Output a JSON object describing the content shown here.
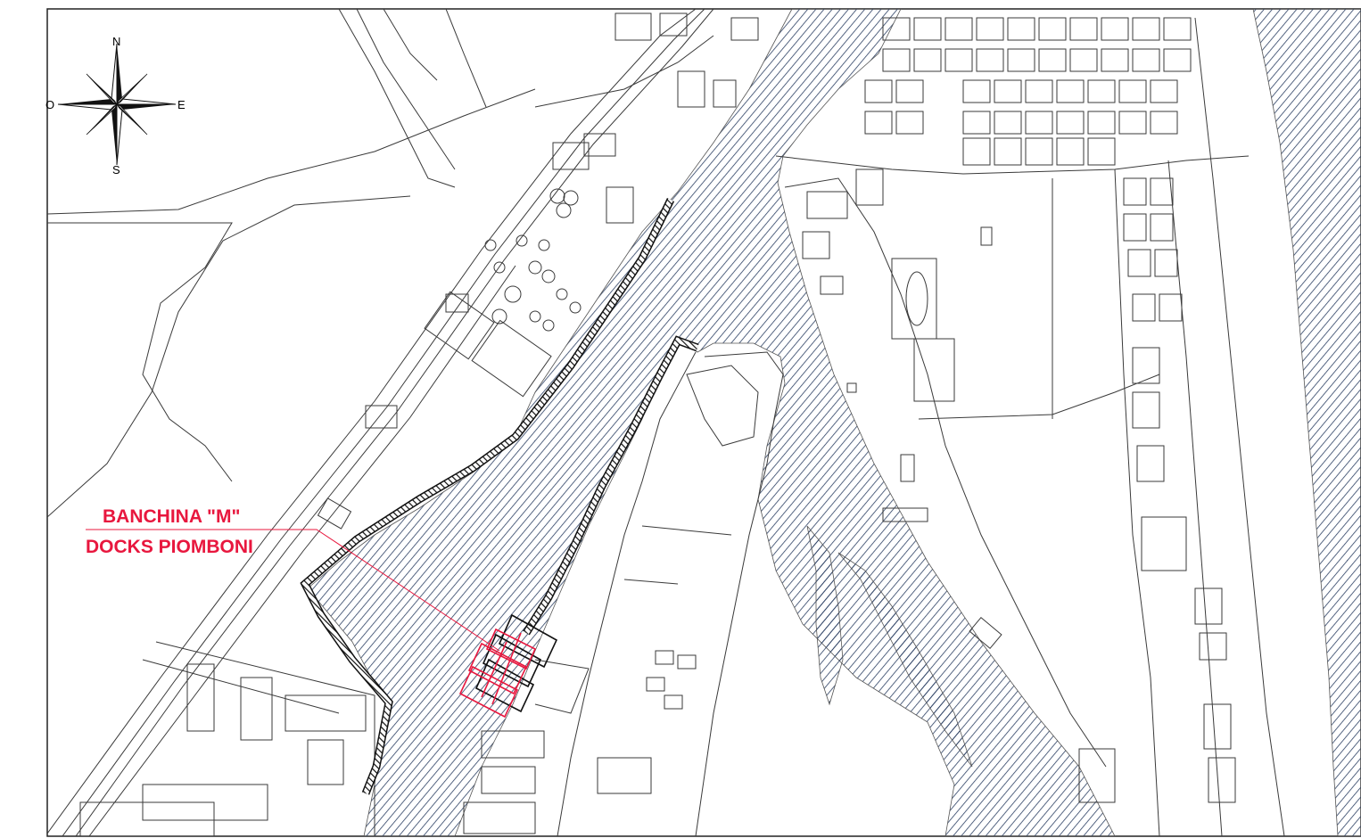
{
  "map": {
    "compass": {
      "north": "N",
      "south": "S",
      "east": "E",
      "west": "O"
    },
    "callout": {
      "line1": "BANCHINA \"M\"",
      "line2": "DOCKS PIOMBONI"
    },
    "colors": {
      "water_hatch": "#2b3f63",
      "linework": "#3a3a3a",
      "highlight": "#e8173e",
      "quay": "#111111"
    }
  }
}
